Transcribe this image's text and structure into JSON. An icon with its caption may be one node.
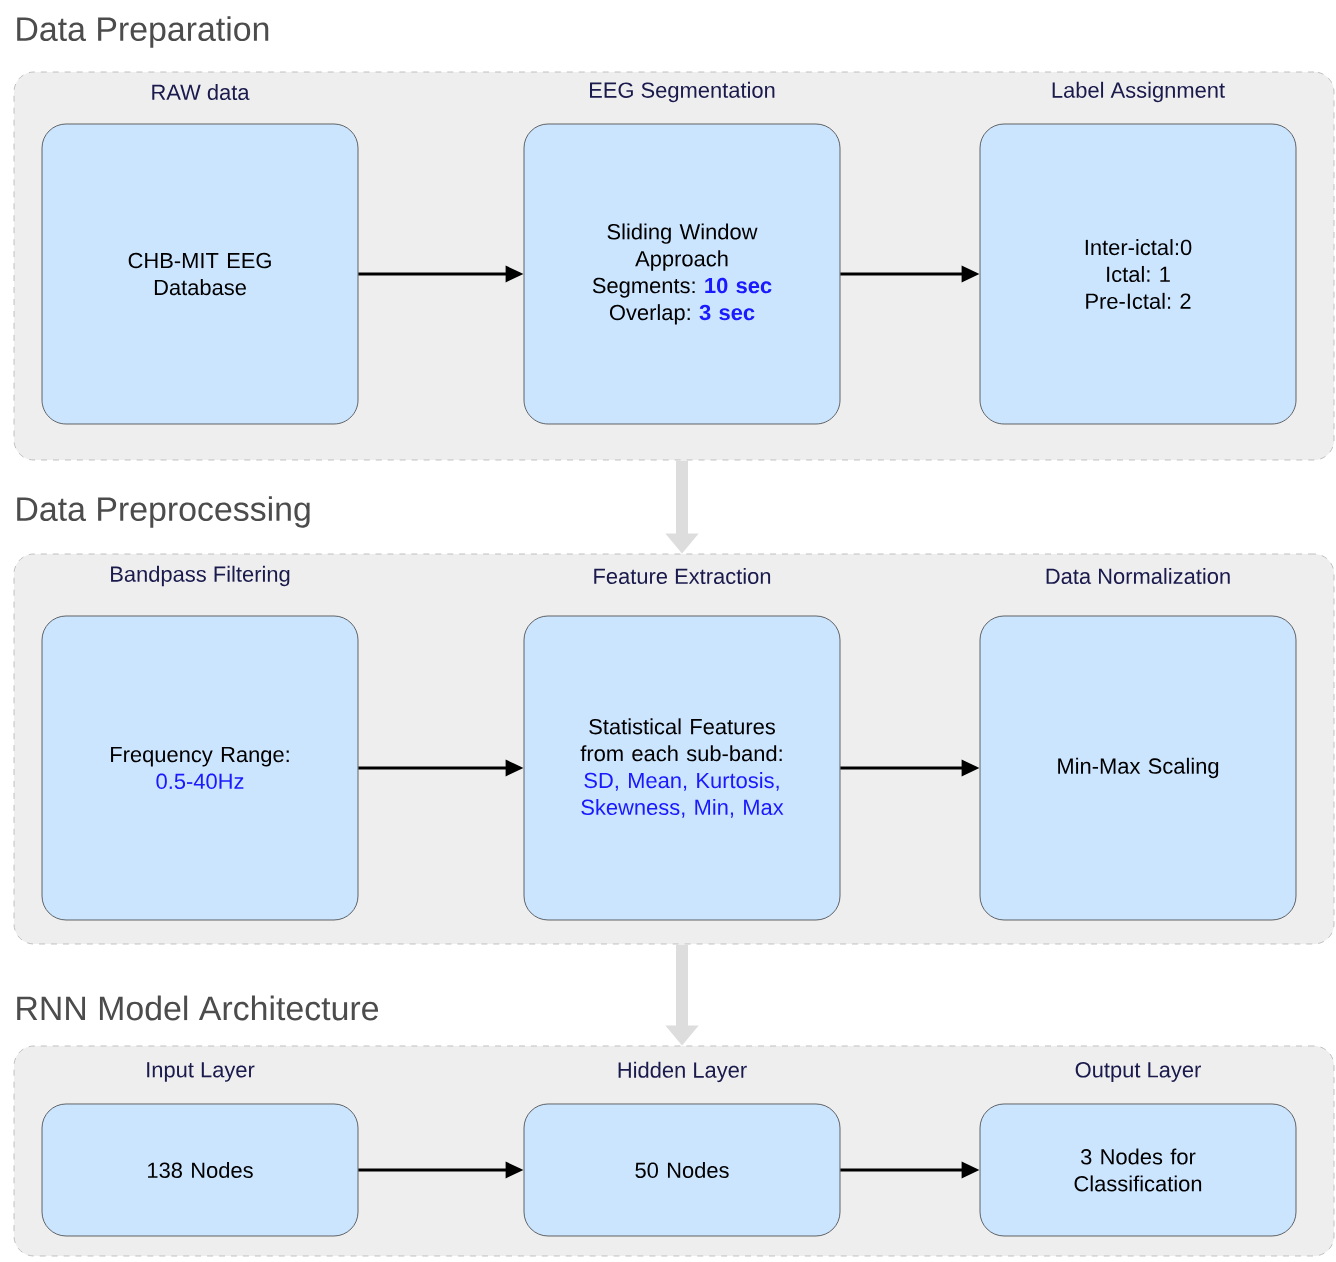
{
  "diagram": {
    "nodes": [
      {
        "text": [
          "Data Preparation"
        ]
      },
      {
        "text": [
          "RAW data",
          "CHB-MIT EEG Database"
        ],
        "in": 0
      },
      {
        "text": [
          "EEG Segmentation",
          "Sliding Window Approach",
          "Segments: **10 sec**",
          "Overlap: **3 sec**"
        ],
        "in": 0
      },
      {
        "text": [
          "Label Assignment",
          "Inter-ictal:0",
          "Ictal: 1",
          "Pre-Ictal: 2"
        ],
        "in": 0
      },
      {
        "text": [
          "Data Preprocessing"
        ]
      },
      {
        "text": [
          "Bandpass Filtering",
          "Frequency Range:",
          "0.5-40Hz"
        ],
        "in": 4
      },
      {
        "text": [
          "Feature Extraction",
          "Statistical Features from each sub-band:",
          "SD, Mean, Kurtosis, Skewness, Min, Max"
        ],
        "in": 4
      },
      {
        "text": [
          "Data Normalization",
          "Min-Max Scaling"
        ],
        "in": 4
      },
      {
        "text": [
          "RNN Model Architecture"
        ]
      },
      {
        "text": [
          "Input Layer",
          "138 Nodes"
        ],
        "in": 8
      },
      {
        "text": [
          "Hidden Layer",
          "50 Nodes"
        ],
        "in": 8
      },
      {
        "text": [
          "Output Layer",
          "3 Nodes for Classification"
        ],
        "in": 8
      }
    ],
    "edges": [
      {
        "from": 1,
        "to": 2,
        "arrow": "to"
      },
      {
        "from": 2,
        "to": 3,
        "arrow": "to"
      },
      {
        "from": 5,
        "to": 6,
        "arrow": "to"
      },
      {
        "from": 6,
        "to": 7,
        "arrow": "to"
      },
      {
        "from": 9,
        "to": 10,
        "arrow": "to"
      },
      {
        "from": 10,
        "to": 11,
        "arrow": "to"
      },
      {
        "from": 0,
        "to": 4,
        "arrow": "to",
        "style": "thick",
        "color": "#dddddd"
      },
      {
        "from": 4,
        "to": 8,
        "arrow": "to",
        "style": "thick",
        "color": "#dddddd"
      }
    ]
  }
}
